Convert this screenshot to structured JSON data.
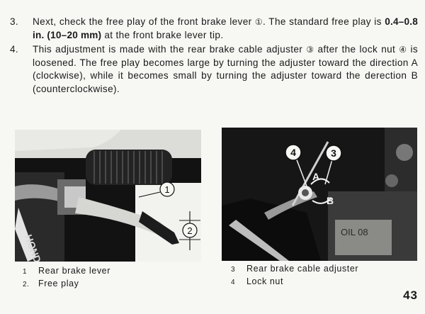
{
  "instructions": {
    "step3": {
      "number": "3.",
      "text_before": "Next, check the free play of the front brake lever ",
      "ref1": "①",
      "text_mid": ". The standard free play is ",
      "bold": "0.4–0.8 in. (10–20 mm)",
      "text_after": " at the front brake lever tip."
    },
    "step4": {
      "number": "4.",
      "text_a": "This adjustment is made with the rear brake cable adjuster ",
      "ref3": "③",
      "text_b": " after the lock nut ",
      "ref4": "④",
      "text_c": " is loosened. The free play becomes large by turning the adjuster toward the direction A (clockwise), while it becomes small by turning the adjuster toward the derection B (counterclockwise)."
    }
  },
  "figures": {
    "left": {
      "callout1": "1",
      "callout2": "2",
      "brand_text": "HONDA"
    },
    "right": {
      "callout4": "4",
      "callout3": "3",
      "label_a": "A",
      "label_b": "B",
      "stamp": "OIL 08"
    }
  },
  "captions": {
    "left": [
      {
        "num": "1",
        "text": "Rear brake lever"
      },
      {
        "num": "2.",
        "text": "Free play"
      }
    ],
    "right": [
      {
        "num": "3",
        "text": "Rear brake cable adjuster"
      },
      {
        "num": "4",
        "text": "Lock nut"
      }
    ]
  },
  "page_number": "43"
}
